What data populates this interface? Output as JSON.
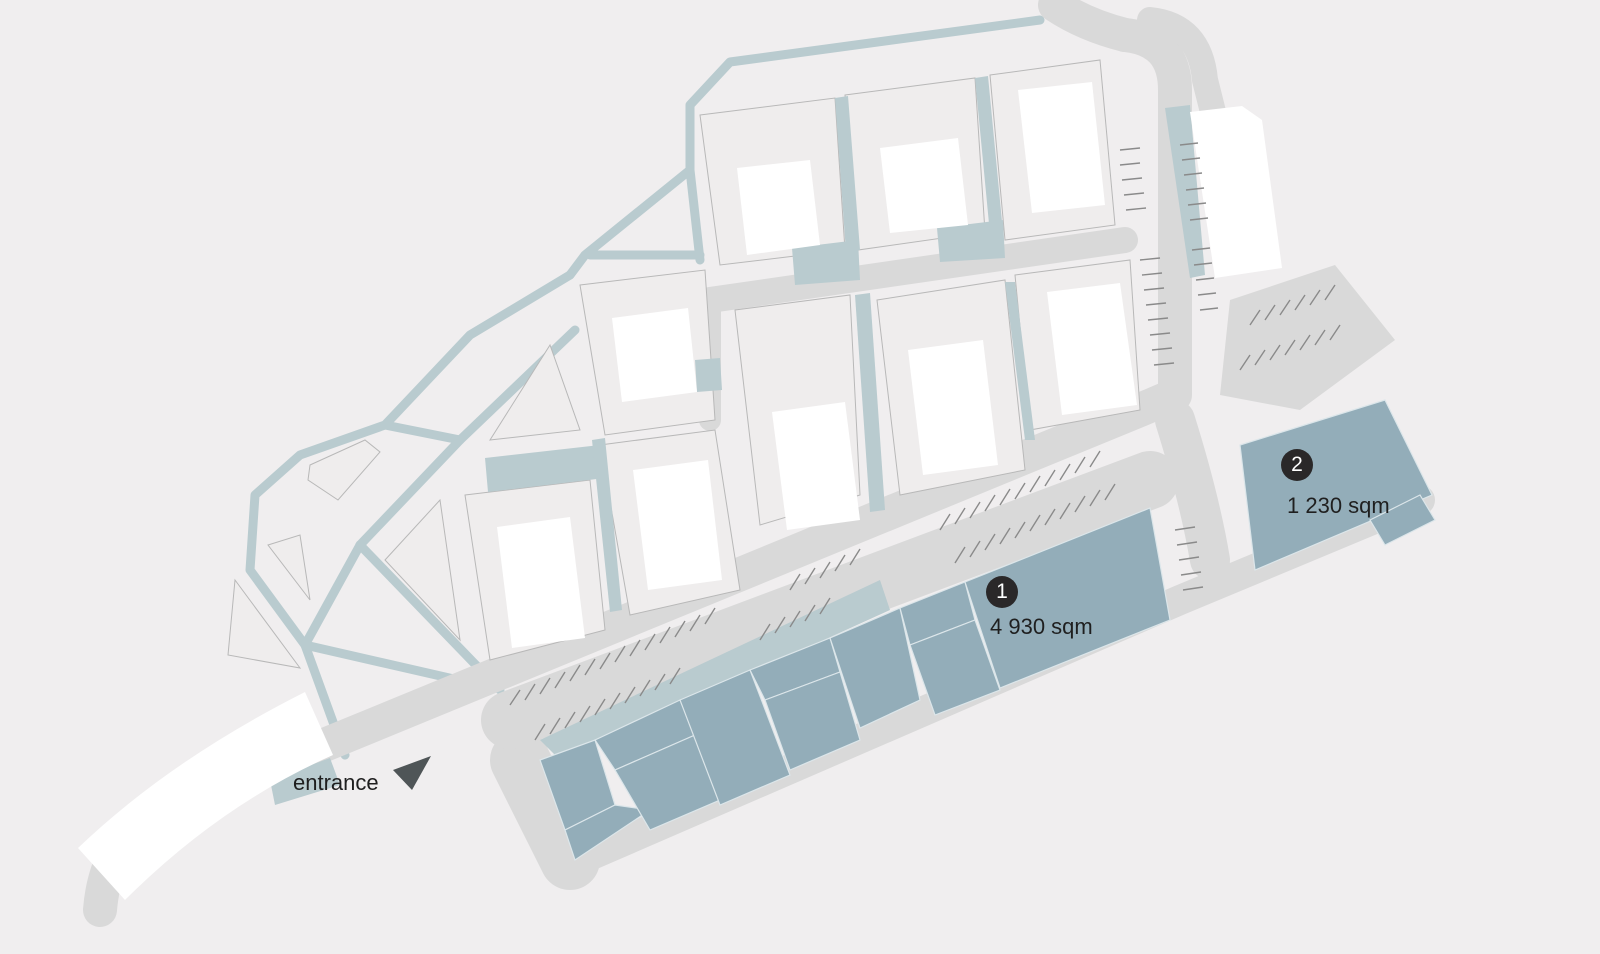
{
  "map": {
    "entrance_label": "entrance",
    "units": [
      {
        "number": "1",
        "area": "4 930 sqm"
      },
      {
        "number": "2",
        "area": "1 230 sqm"
      }
    ],
    "colors": {
      "background": "#f0eeef",
      "plot": "#efeded",
      "road": "#d9d9d9",
      "path": "#b9cbcf",
      "building": "#ffffff",
      "available_unit": "#93adb9",
      "marker": "#2a2829",
      "arrow": "#4f5557"
    },
    "icons": [
      "entrance-arrow-icon"
    ]
  }
}
